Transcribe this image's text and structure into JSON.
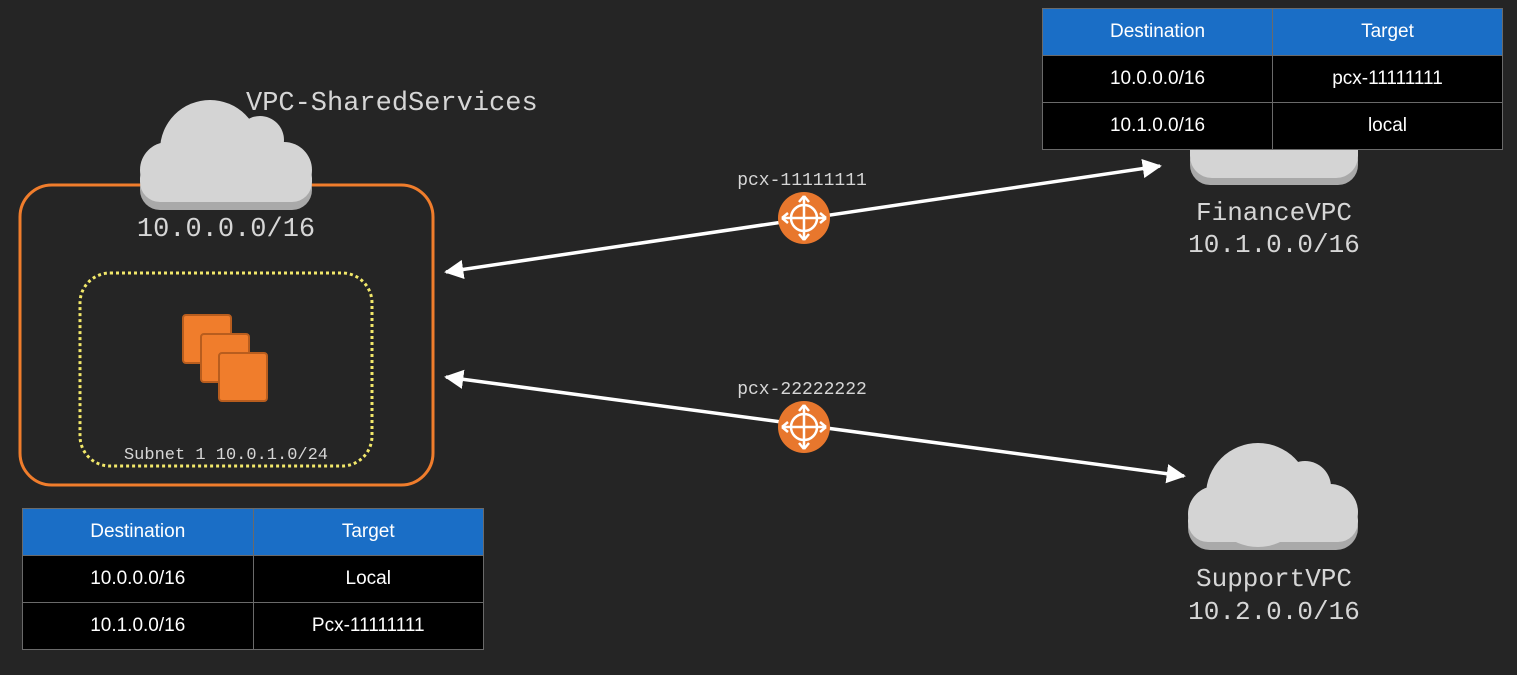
{
  "shared_vpc": {
    "name": "VPC-SharedServices",
    "cidr": "10.0.0.0/16",
    "subnet_label": "Subnet 1 10.0.1.0/24",
    "route_table": {
      "headers": [
        "Destination",
        "Target"
      ],
      "rows": [
        [
          "10.0.0.0/16",
          "Local"
        ],
        [
          "10.1.0.0/16",
          "Pcx-11111111"
        ]
      ]
    }
  },
  "finance_vpc": {
    "name": "FinanceVPC",
    "cidr": "10.1.0.0/16",
    "route_table": {
      "headers": [
        "Destination",
        "Target"
      ],
      "rows": [
        [
          "10.0.0.0/16",
          "pcx-11111111"
        ],
        [
          "10.1.0.0/16",
          "local"
        ]
      ]
    }
  },
  "support_vpc": {
    "name": "SupportVPC",
    "cidr": "10.2.0.0/16"
  },
  "peerings": [
    {
      "id": "pcx-11111111"
    },
    {
      "id": "pcx-22222222"
    }
  ],
  "colors": {
    "background": "#252525",
    "vpc_border": "#f07d2c",
    "subnet_border": "#f2e86a",
    "cloud": "#d4d4d4",
    "peering_icon": "#e8772d",
    "table_header": "#1a6ec6",
    "table_cell": "#000000",
    "arrow": "#ffffff"
  },
  "icons": {
    "cloud": "cloud-icon",
    "peering": "vpc-peering-connection-icon",
    "instances": "ec2-instances-icon"
  }
}
